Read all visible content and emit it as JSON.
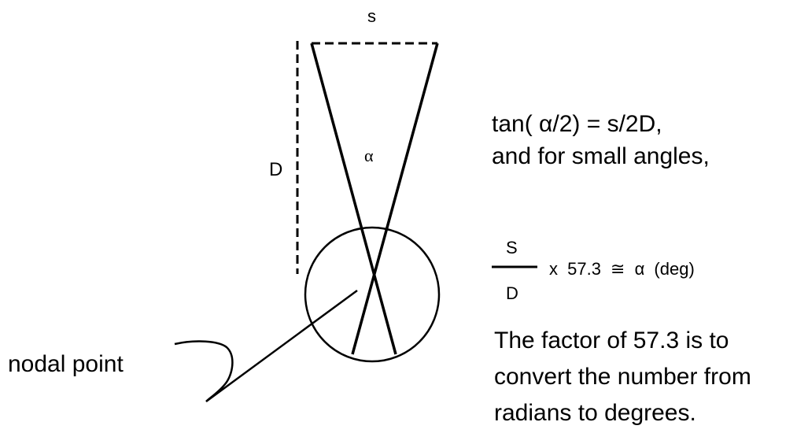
{
  "labels": {
    "s": "s",
    "d": "D",
    "alpha": "α",
    "nodal_point": "nodal point"
  },
  "equations": {
    "line1": "tan( α/2) = s/2D,",
    "line2": "and for small angles,",
    "fraction_numerator": "S",
    "fraction_denominator": "D",
    "formula_rest": "x  57.3  ≅ α   (deg)"
  },
  "note": {
    "line1": "The factor of 57.3 is to",
    "line2": "convert the number from",
    "line3": "radians to degrees."
  }
}
